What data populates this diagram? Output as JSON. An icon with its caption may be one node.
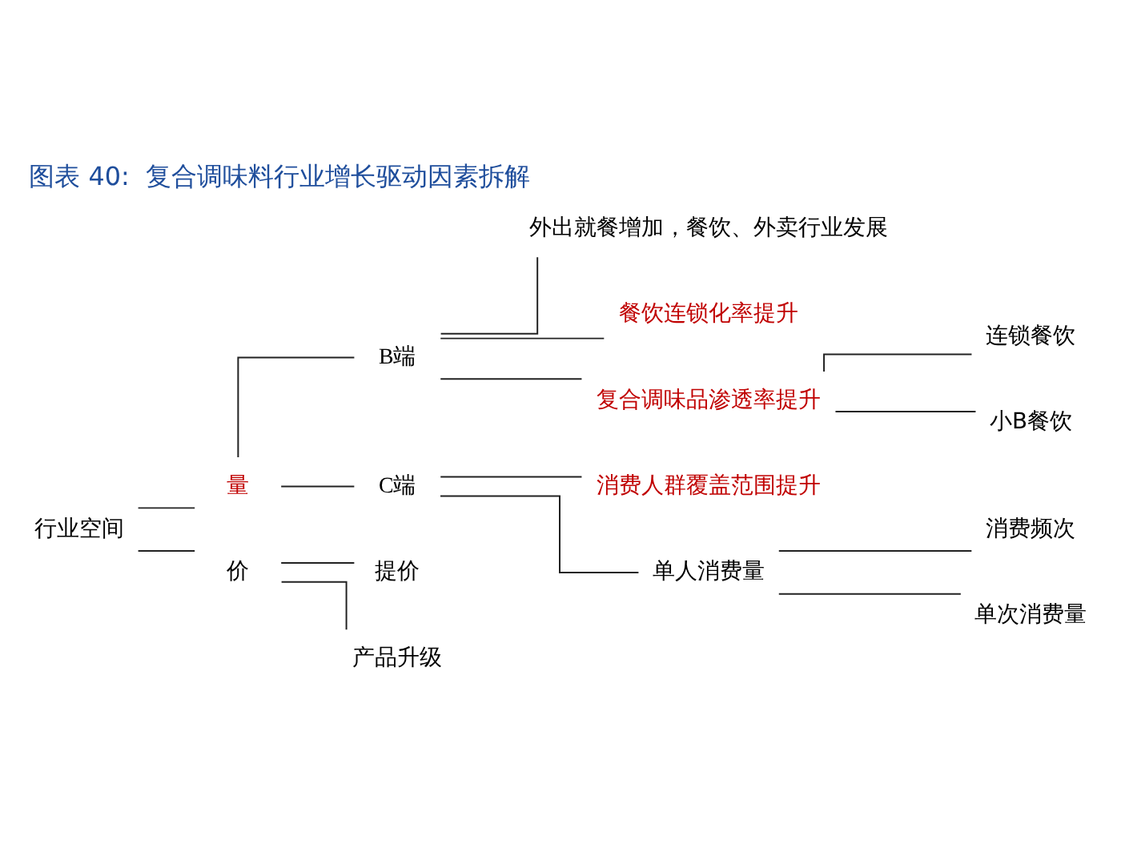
{
  "diagram": {
    "title": "图表 40:  复合调味料行业增长驱动因素拆解",
    "nodes": [
      {
        "text": [
          "行业空间"
        ]
      },
      {
        "text": [
          "量"
        ]
      },
      {
        "text": [
          "价"
        ]
      },
      {
        "text": [
          "B端"
        ]
      },
      {
        "text": [
          "C端"
        ]
      },
      {
        "text": [
          "外出就餐增加，餐饮、外卖行业发展"
        ]
      },
      {
        "text": [
          "餐饮连锁化率提升"
        ]
      },
      {
        "text": [
          "复合调味品渗透率提升"
        ]
      },
      {
        "text": [
          "连锁餐饮"
        ]
      },
      {
        "text": [
          "小B餐饮"
        ]
      },
      {
        "text": [
          "消费人群覆盖范围提升"
        ]
      },
      {
        "text": [
          "单人消费量"
        ]
      },
      {
        "text": [
          "消费频次"
        ]
      },
      {
        "text": [
          "单次消费量"
        ]
      },
      {
        "text": [
          "提价"
        ]
      },
      {
        "text": [
          "产品升级"
        ]
      }
    ],
    "edges": [
      {
        "from": 0,
        "to": 1,
        "arrow": "none"
      },
      {
        "from": 0,
        "to": 2,
        "arrow": "none"
      },
      {
        "from": 1,
        "to": 3,
        "arrow": "none"
      },
      {
        "from": 1,
        "to": 4,
        "arrow": "none"
      },
      {
        "from": 3,
        "to": 5,
        "arrow": "none"
      },
      {
        "from": 3,
        "to": 6,
        "arrow": "none"
      },
      {
        "from": 3,
        "to": 7,
        "arrow": "none"
      },
      {
        "from": 7,
        "to": 8,
        "arrow": "none"
      },
      {
        "from": 7,
        "to": 9,
        "arrow": "none"
      },
      {
        "from": 4,
        "to": 10,
        "arrow": "none"
      },
      {
        "from": 4,
        "to": 11,
        "arrow": "none"
      },
      {
        "from": 11,
        "to": 12,
        "arrow": "none"
      },
      {
        "from": 11,
        "to": 13,
        "arrow": "none"
      },
      {
        "from": 2,
        "to": 14,
        "arrow": "none"
      },
      {
        "from": 2,
        "to": 15,
        "arrow": "none"
      }
    ]
  }
}
